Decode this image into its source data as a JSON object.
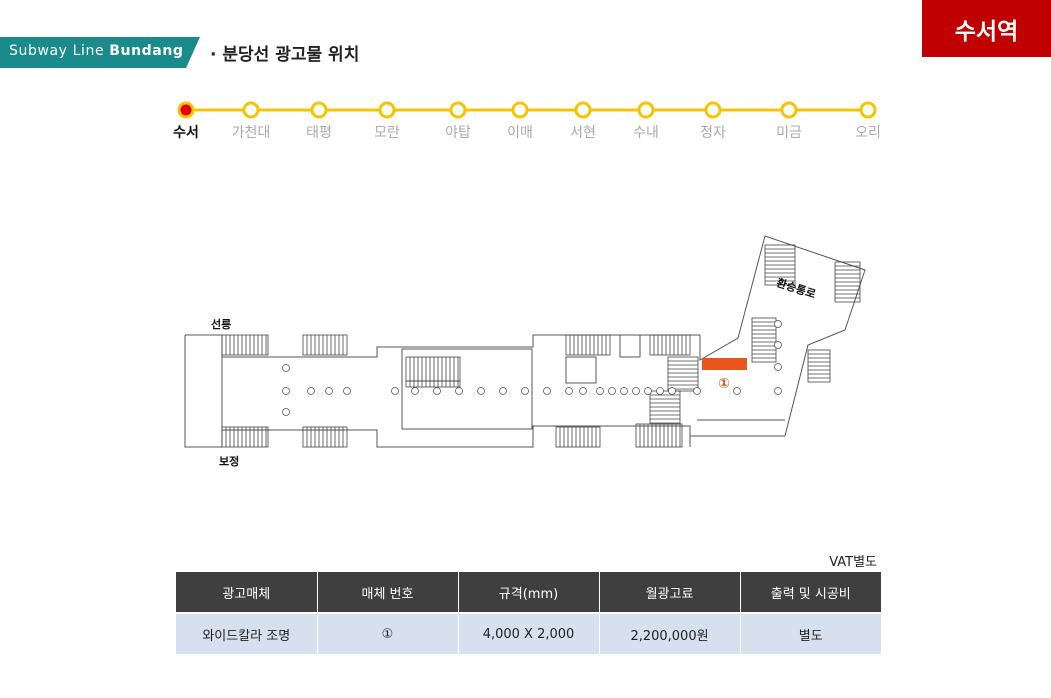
{
  "header": {
    "line_tag_prefix": "Subway Line",
    "line_tag_name": "Bundang",
    "title": "· 분당선 광고물 위치",
    "station_badge": "수서역",
    "tag_color": "#1a8a8a",
    "badge_color": "#c00000"
  },
  "line": {
    "line_color": "#f5c400",
    "current_color": "#e00000",
    "stations": [
      {
        "label": "수서",
        "current": true
      },
      {
        "label": "가천대",
        "current": false
      },
      {
        "label": "태평",
        "current": false
      },
      {
        "label": "모란",
        "current": false
      },
      {
        "label": "야탑",
        "current": false
      },
      {
        "label": "이매",
        "current": false
      },
      {
        "label": "서현",
        "current": false
      },
      {
        "label": "수내",
        "current": false
      },
      {
        "label": "정자",
        "current": false
      },
      {
        "label": "미금",
        "current": false
      },
      {
        "label": "오리",
        "current": false
      }
    ]
  },
  "plan": {
    "label_top": "선릉",
    "label_bottom": "보정",
    "label_transfer": "환승통로",
    "ad_marker": "①",
    "ad_color": "#e8561e"
  },
  "table": {
    "note": "VAT별도",
    "headers": [
      "광고매체",
      "매체 번호",
      "규격(mm)",
      "월광고료",
      "출력 및 시공비"
    ],
    "rows": [
      [
        "와이드칼라 조명",
        "①",
        "4,000 X 2,000",
        "2,200,000원",
        "별도"
      ]
    ]
  }
}
